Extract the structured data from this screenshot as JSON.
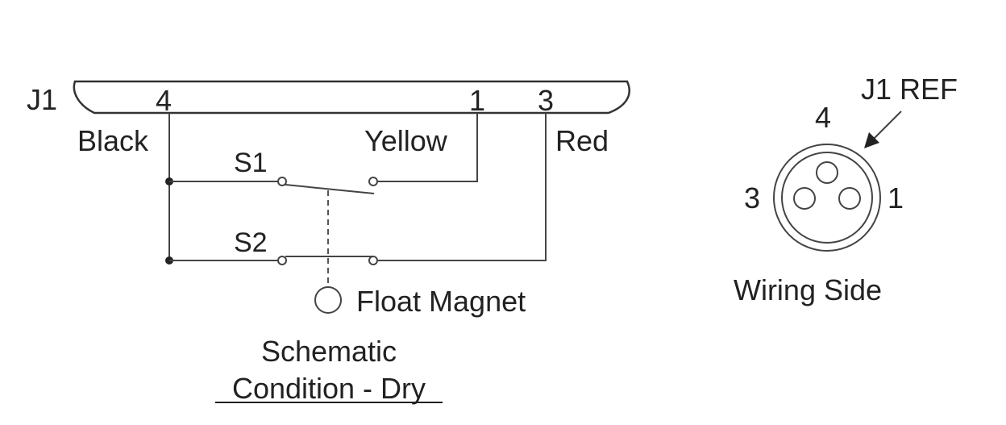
{
  "connector": {
    "label": "J1",
    "pins": [
      {
        "number": "4",
        "wire_color_name": "Black"
      },
      {
        "number": "1",
        "wire_color_name": "Yellow"
      },
      {
        "number": "3",
        "wire_color_name": "Red"
      }
    ]
  },
  "switches": [
    {
      "label": "S1"
    },
    {
      "label": "S2"
    }
  ],
  "float_magnet_label": "Float Magnet",
  "caption": {
    "line1": "Schematic",
    "line2": "Condition - Dry"
  },
  "connector_face": {
    "ref_label": "J1 REF",
    "pin_top": "4",
    "pin_left": "3",
    "pin_right": "1",
    "caption": "Wiring Side"
  },
  "colors": {
    "line": "#444444",
    "text": "#222222",
    "background": "#ffffff"
  }
}
